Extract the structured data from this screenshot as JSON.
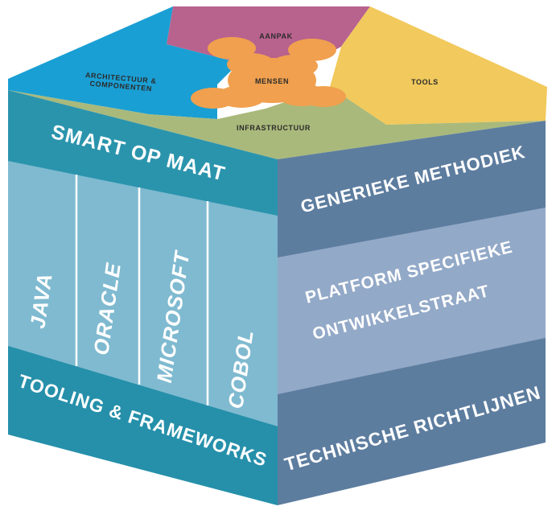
{
  "top": {
    "aanpak": "AANPAK",
    "architectuur_line1": "ARCHITECTUUR &",
    "architectuur_line2": "COMPONENTEN",
    "mensen": "MENSEN",
    "tools": "TOOLS",
    "infrastructuur": "INFRASTRUCTUUR"
  },
  "left_face": {
    "top_band": "SMART OP MAAT",
    "columns": [
      "JAVA",
      "ORACLE",
      "MICROSOFT",
      "COBOL"
    ],
    "bottom_band": "TOOLING & FRAMEWORKS"
  },
  "right_face": {
    "top_band": "GENERIEKE METHODIEK",
    "middle_line1": "PLATFORM SPECIFIEKE",
    "middle_line2": "ONTWIKKELSTRAAT",
    "bottom_band": "TECHNISCHE RICHTLIJNEN"
  },
  "colors": {
    "teal": "#2b94ad",
    "teal_light": "#7fbad0",
    "slate": "#5d7d9f",
    "slate_light": "#93a9c8",
    "top_pink": "#b8628e",
    "top_blue": "#1a9fd4",
    "top_yellow": "#f1c95c",
    "top_green": "#a9b97b",
    "puzzle_orange": "#f0a04e"
  }
}
